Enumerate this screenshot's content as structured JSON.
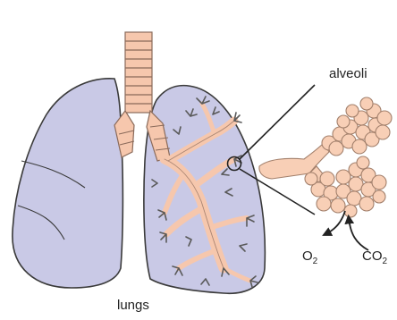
{
  "labels": {
    "lungs": "lungs",
    "alveoli": "alveoli",
    "oxygen": "O",
    "oxygen_sub": "2",
    "carbon_dioxide": "CO",
    "carbon_dioxide_sub": "2"
  },
  "colors": {
    "lung_fill": "#c9c9e6",
    "lung_stroke": "#3a3a3a",
    "airway_fill": "#f6c7ad",
    "airway_stroke": "#8a6a5a",
    "alveoli_fill": "#f8cfb6",
    "capillary": "#6b6b6b",
    "line": "#222222"
  }
}
